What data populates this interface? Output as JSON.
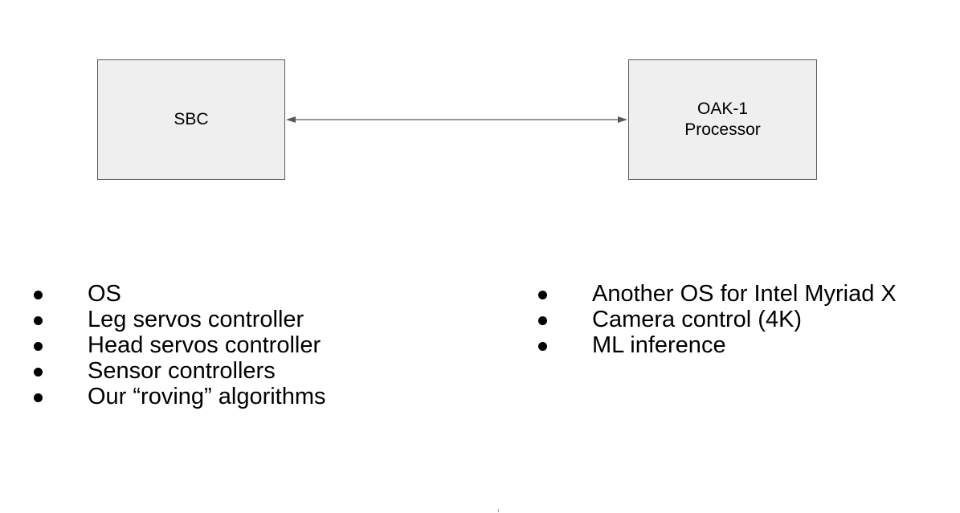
{
  "diagram": {
    "sbc_box": {
      "label": "SBC"
    },
    "oak_box": {
      "label": "OAK-1\nProcessor"
    },
    "connector": {
      "type": "bidirectional-arrow",
      "color": "#595959"
    }
  },
  "lists": {
    "sbc": {
      "items": [
        "OS",
        "Leg servos controller",
        "Head servos controller",
        "Sensor controllers",
        "Our “roving” algorithms"
      ]
    },
    "oak": {
      "items": [
        "Another OS for Intel Myriad X",
        "Camera control (4K)",
        "ML inference"
      ]
    }
  }
}
